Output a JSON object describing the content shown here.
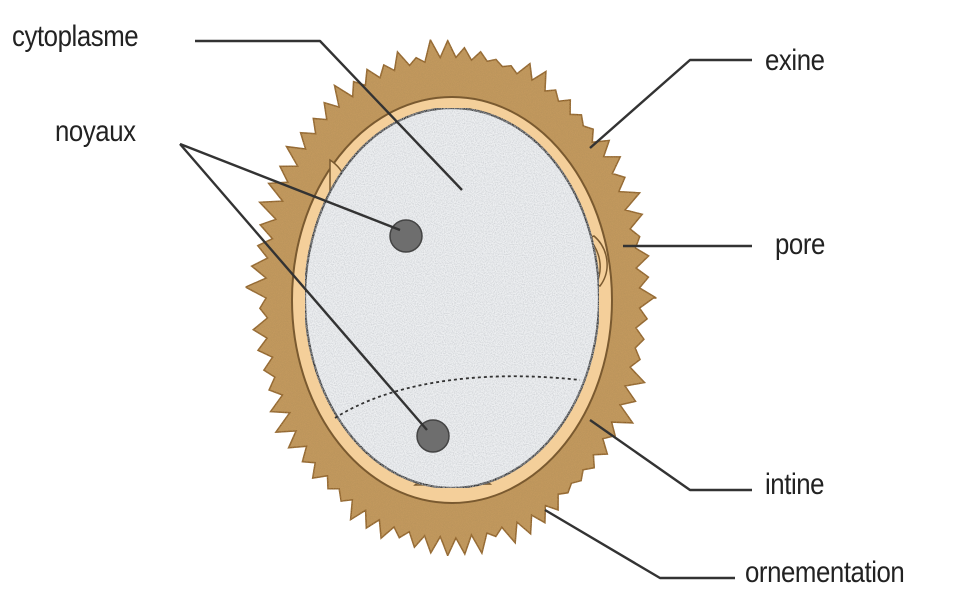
{
  "labels": {
    "cytoplasme": "cytoplasme",
    "noyaux": "noyaux",
    "exine": "exine",
    "pore": "pore",
    "intine": "intine",
    "ornementation": "ornementation"
  },
  "colors": {
    "exine": "#c49a5e",
    "exine_dark": "#8a5a22",
    "intine": "#f4cf9a",
    "cytoplasm": "#eef0f2",
    "nucleus": "#6e6e6e",
    "line": "#333333"
  }
}
